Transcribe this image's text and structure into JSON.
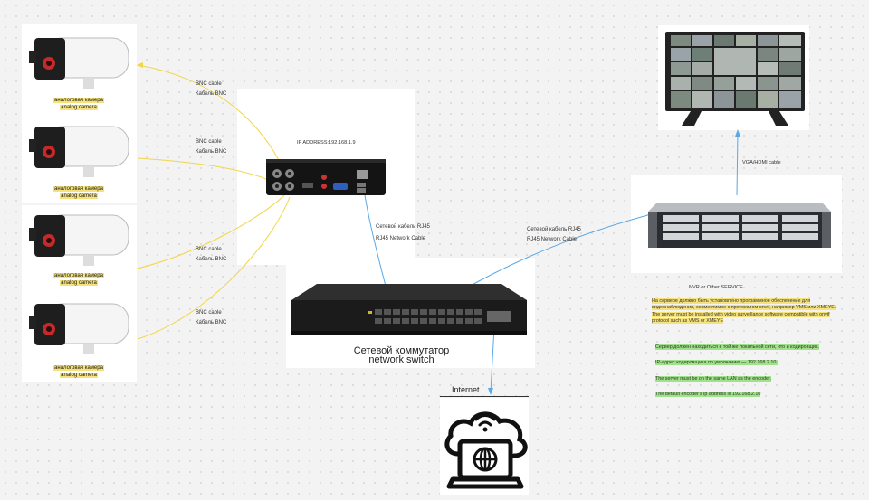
{
  "cameras": [
    {
      "label_ru": "аналоговая камера",
      "label_en": "analog camera"
    },
    {
      "label_ru": "аналоговая камера",
      "label_en": "analog camera"
    },
    {
      "label_ru": "аналоговая камера",
      "label_en": "analog camera"
    },
    {
      "label_ru": "аналоговая камера",
      "label_en": "analog camera"
    }
  ],
  "bnc_labels": [
    {
      "en": "BNC cable",
      "ru": "Кабель BNC"
    },
    {
      "en": "BNC cable",
      "ru": "Кабель BNC"
    },
    {
      "en": "BNC cable",
      "ru": "Кабель BNC"
    },
    {
      "en": "BNC cable",
      "ru": "Кабель BNC"
    }
  ],
  "encoder": {
    "ip_label": "IP ADDRESS:192.168.1.9"
  },
  "rj45_left": {
    "ru": "Сетевой кабель RJ45",
    "en": "RJ45 Network Cable"
  },
  "rj45_right": {
    "ru": "Сетевой кабель RJ45",
    "en": "RJ45 Network Cable"
  },
  "switch": {
    "label_ru": "Сетевой коммутатор",
    "label_en": "network switch"
  },
  "internet": {
    "label": "Internet"
  },
  "monitor": {
    "cable_label": "VGA/HDMI cable"
  },
  "server": {
    "label": "NVR or  Other SERVICE",
    "note_ru": "На сервере должно быть установлено программное обеспечение для видеонаблюдения, совместимое с протоколом onvif, например VMS или XMEYE.",
    "note_en": "The server must be installed with video surveillance software compatible with onvif protocol such as VMS or XMEYE",
    "lan_ru": "Сервер должен находиться в той же локальной сети, что и кодировщик.",
    "ip_ru": "IP-адрес кодировщика по умолчанию — 192.168.2.10.",
    "lan_en": "The server must be on the same LAN as the encoder.",
    "ip_en": "The default encoder's ip address is 192.168.2.10"
  },
  "colors": {
    "bnc_wire": "#f0d64a",
    "rj45_wire": "#5aa8e6",
    "highlight_yellow": "#f6e27a",
    "highlight_green": "#9fe28a"
  }
}
